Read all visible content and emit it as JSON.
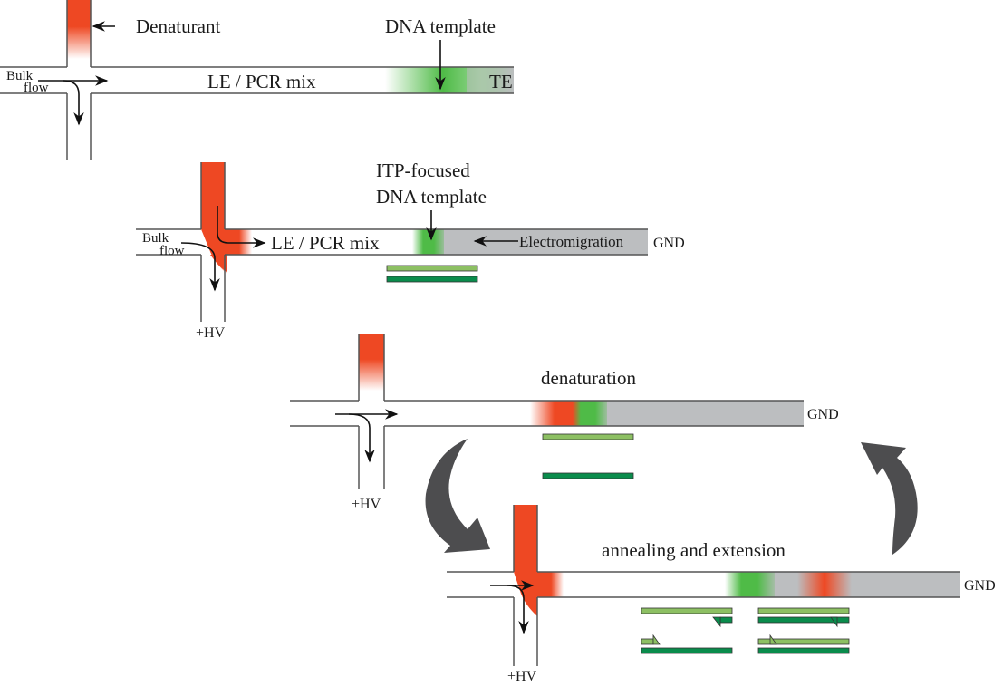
{
  "colors": {
    "denaturant": "#ee4823",
    "dna": "#4fbb47",
    "te_gray": "#bcbec0",
    "strand_light": "#8dc063",
    "strand_dark": "#0a8c4c",
    "cycle_arrow": "#4d4d4f"
  },
  "panel1": {
    "label_denaturant": "Denaturant",
    "label_dna_template": "DNA template",
    "label_bulk": "Bulk",
    "label_flow": "flow",
    "label_channel": "LE / PCR mix",
    "label_te": "TE"
  },
  "panel2": {
    "label_itp_line1": "ITP-focused",
    "label_itp_line2": "DNA template",
    "label_bulk": "Bulk",
    "label_flow": "flow",
    "label_channel": "LE / PCR mix",
    "label_electromigration": "Electromigration",
    "label_gnd": "GND",
    "label_hv": "+HV"
  },
  "panel3": {
    "label_step": "denaturation",
    "label_gnd": "GND",
    "label_hv": "+HV"
  },
  "panel4": {
    "label_step": "annealing and extension",
    "label_gnd": "GND",
    "label_hv": "+HV"
  },
  "icons": {
    "cycle_down": "curved-arrow-down-icon",
    "cycle_up": "curved-arrow-up-icon"
  }
}
